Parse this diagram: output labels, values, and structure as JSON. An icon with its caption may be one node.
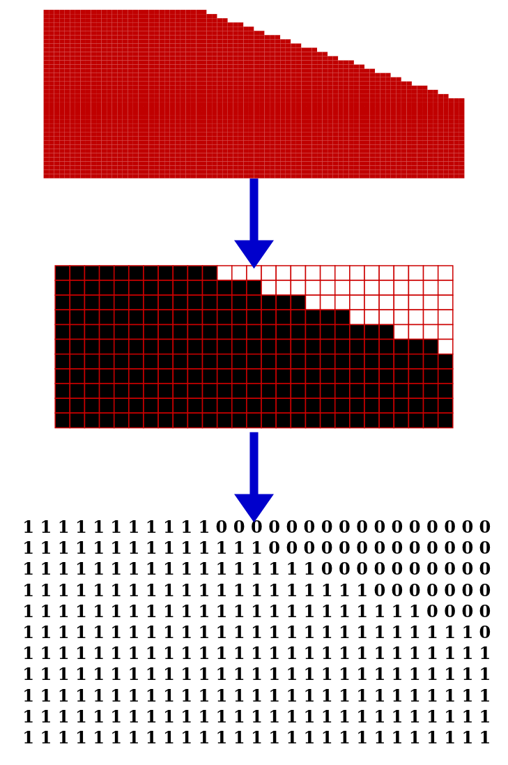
{
  "diagram": {
    "nodes": [
      {
        "text": [],
        "shape": "picture"
      },
      {
        "text": [],
        "shape": "picture"
      },
      {
        "text": [
          "1 1 1 1 1 1 1 1 1 1 1 0 0 0 0 0 0 0 0 0 0 0 0 0 0 0 0",
          "1 1 1 1 1 1 1 1 1 1 1 1 1 1 0 0 0 0 0 0 0 0 0 0 0 0 0",
          "1 1 1 1 1 1 1 1 1 1 1 1 1 1 1 1 1 0 0 0 0 0 0 0 0 0 0",
          "1 1 1 1 1 1 1 1 1 1 1 1 1 1 1 1 1 1 1 1 0 0 0 0 0 0 0",
          "1 1 1 1 1 1 1 1 1 1 1 1 1 1 1 1 1 1 1 1 1 1 1 0 0 0 0",
          "1 1 1 1 1 1 1 1 1 1 1 1 1 1 1 1 1 1 1 1 1 1 1 1 1 1 0",
          "1 1 1 1 1 1 1 1 1 1 1 1 1 1 1 1 1 1 1 1 1 1 1 1 1 1 1",
          "1 1 1 1 1 1 1 1 1 1 1 1 1 1 1 1 1 1 1 1 1 1 1 1 1 1 1",
          "1 1 1 1 1 1 1 1 1 1 1 1 1 1 1 1 1 1 1 1 1 1 1 1 1 1 1",
          "1 1 1 1 1 1 1 1 1 1 1 1 1 1 1 1 1 1 1 1 1 1 1 1 1 1 1",
          "1 1 1 1 1 1 1 1 1 1 1 1 1 1 1 1 1 1 1 1 1 1 1 1 1 1 1"
        ]
      }
    ],
    "edges": [
      {
        "from": 0,
        "to": 1,
        "arrow": "to"
      },
      {
        "from": 1,
        "to": 2,
        "arrow": "to"
      }
    ]
  }
}
